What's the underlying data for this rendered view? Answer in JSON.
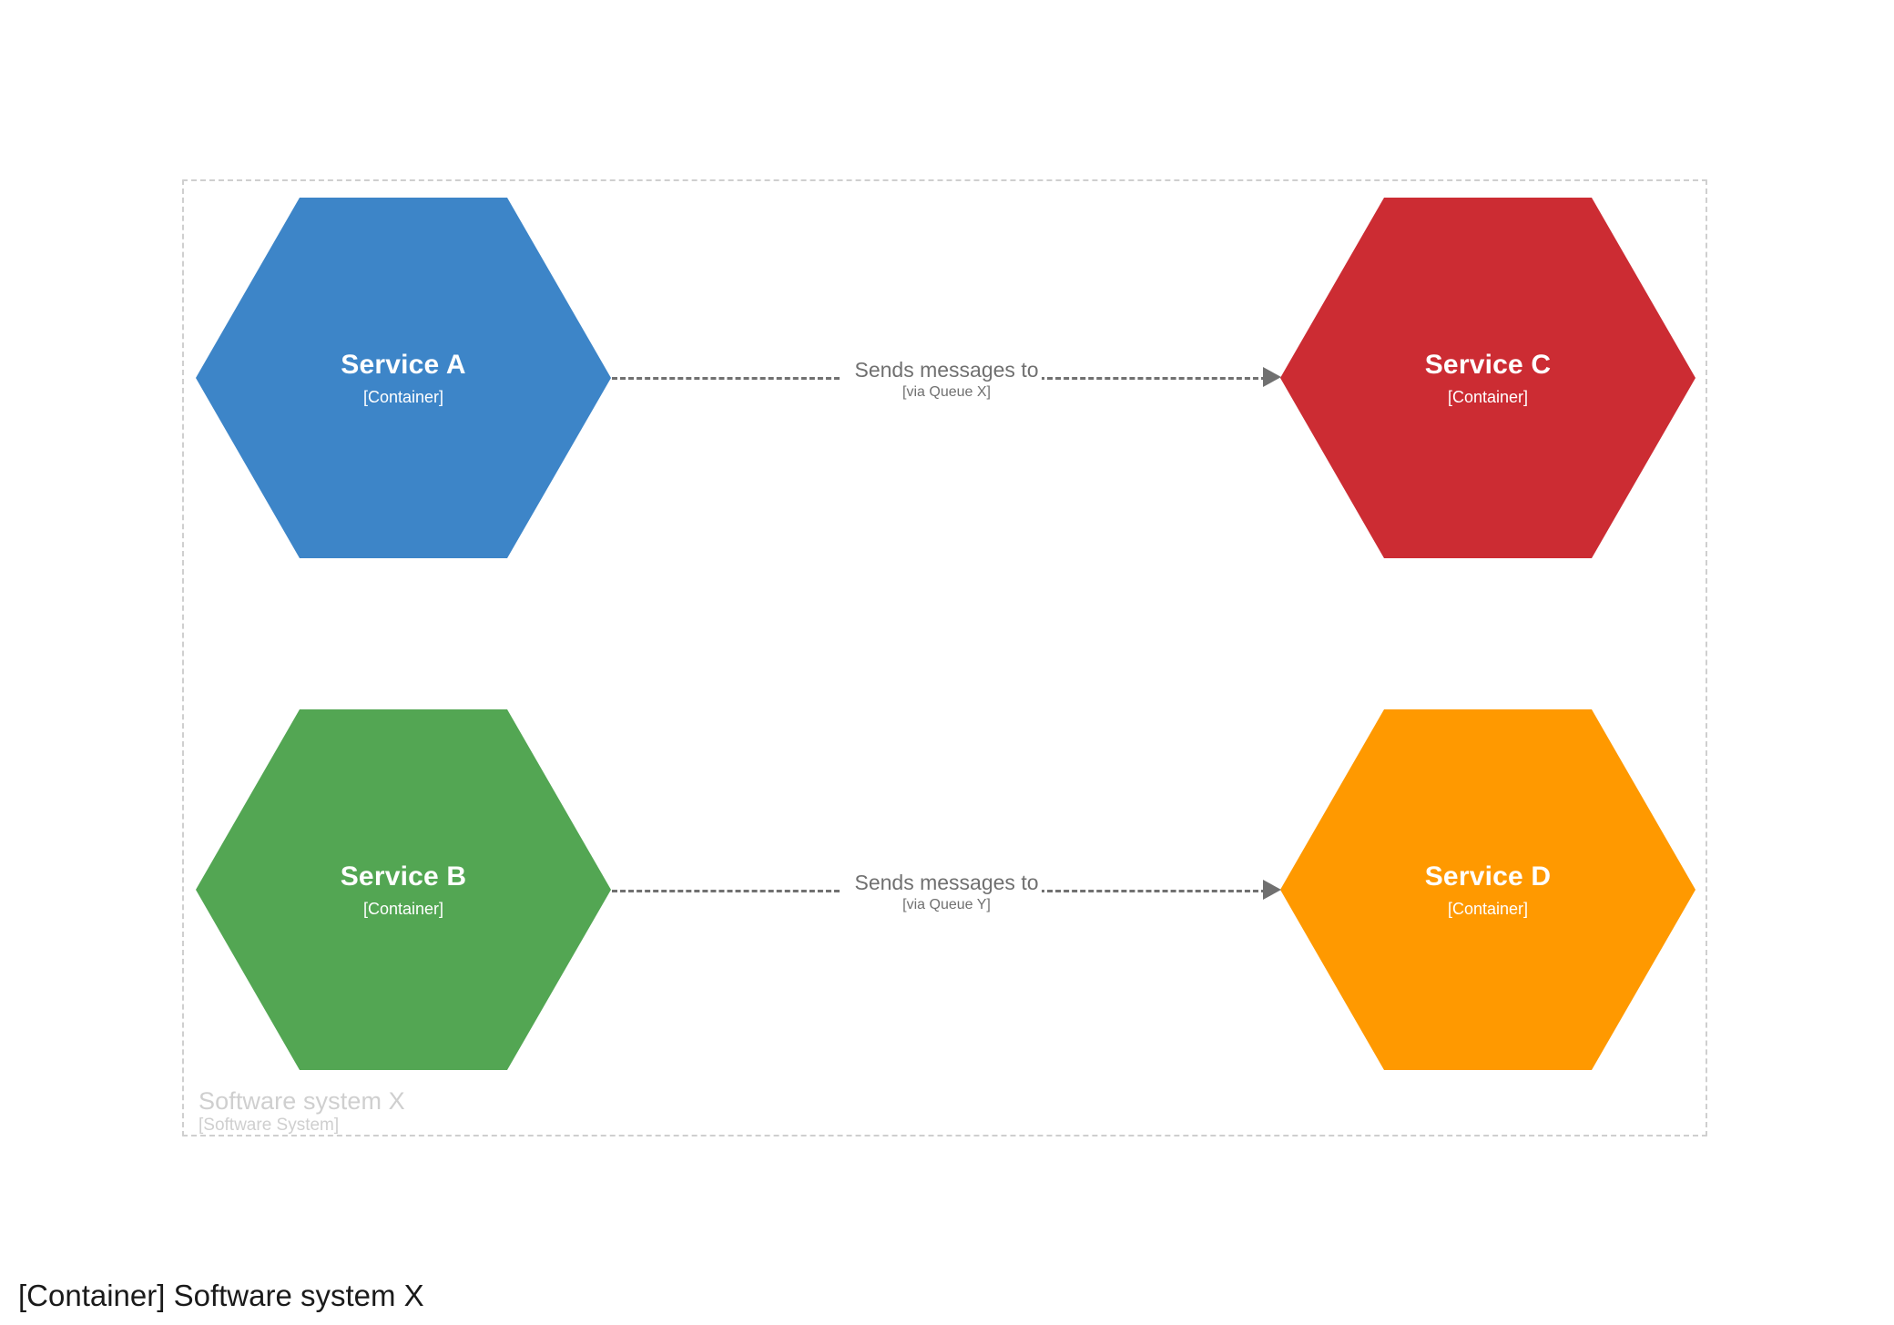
{
  "diagram": {
    "caption": "[Container] Software system X",
    "boundary": {
      "name": "Software system X",
      "type": "[Software System]",
      "style": "dashed",
      "color": "#cfcfcf"
    },
    "nodes": [
      {
        "id": "a",
        "name": "Service A",
        "type": "[Container]",
        "color": "#3d85c8",
        "shape": "hexagon"
      },
      {
        "id": "c",
        "name": "Service C",
        "type": "[Container]",
        "color": "#cc2c33",
        "shape": "hexagon"
      },
      {
        "id": "b",
        "name": "Service B",
        "type": "[Container]",
        "color": "#53a653",
        "shape": "hexagon"
      },
      {
        "id": "d",
        "name": "Service D",
        "type": "[Container]",
        "color": "#ff9900",
        "shape": "hexagon"
      }
    ],
    "relationships": [
      {
        "id": "r1",
        "from": "Service A",
        "to": "Service C",
        "description": "Sends messages to",
        "technology": "[via Queue X]",
        "style": "dashed",
        "color": "#707070"
      },
      {
        "id": "r2",
        "from": "Service B",
        "to": "Service D",
        "description": "Sends messages to",
        "technology": "[via Queue Y]",
        "style": "dashed",
        "color": "#707070"
      }
    ]
  }
}
